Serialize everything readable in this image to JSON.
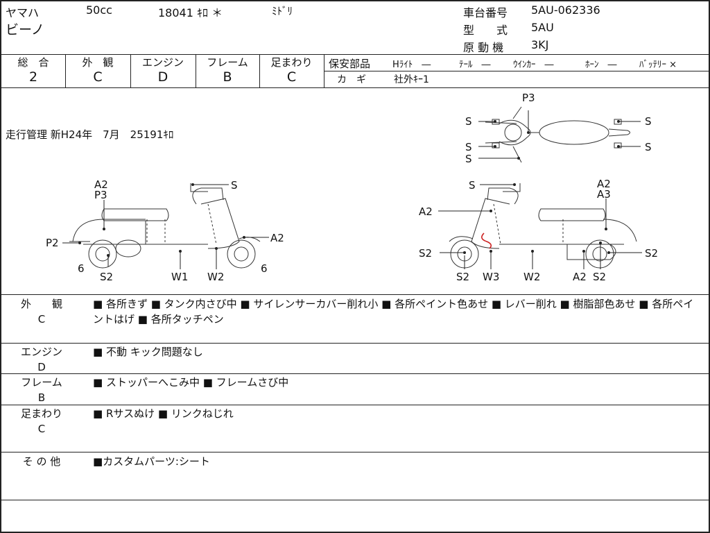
{
  "header": {
    "maker": "ヤマハ",
    "displacement": "50cc",
    "mileage": "18041 ｷﾛ ＊",
    "color": "ﾐﾄﾞﾘ",
    "model_name": "ビーノ",
    "chassis_label": "車台番号",
    "chassis_value": "5AU-062336",
    "type_label": "型　　式",
    "type_value": "5AU",
    "engine_label": "原 動 機",
    "engine_value": "3KJ"
  },
  "grades": [
    {
      "label": "総　合",
      "value": "2"
    },
    {
      "label": "外　観",
      "value": "C"
    },
    {
      "label": "エンジン",
      "value": "D"
    },
    {
      "label": "フレーム",
      "value": "B"
    },
    {
      "label": "足まわり",
      "value": "C"
    }
  ],
  "safety": {
    "label": "保安部品",
    "items": [
      "Hﾗｲﾄ　―",
      "ﾃｰﾙ　―",
      "ｳｲﾝｶｰ　―",
      "ﾎｰﾝ　―",
      "ﾊﾞｯﾃﾘｰ ×"
    ],
    "key_label": "カ　ギ",
    "key_value": "社外ｷｰ1"
  },
  "running": "走行管理 新H24年　7月　25191ｷﾛ",
  "diagram_labels": {
    "top": [
      "P3",
      "S",
      "S",
      "S",
      "S",
      "S"
    ],
    "left": [
      "A2",
      "P3",
      "S",
      "P2",
      "A2",
      "6",
      "6",
      "S2",
      "W1",
      "W2"
    ],
    "right": [
      "S",
      "A2",
      "A3",
      "A2",
      "S2",
      "S2",
      "S2",
      "W3",
      "W2",
      "A2",
      "S2"
    ]
  },
  "sections": [
    {
      "label": "外　　観",
      "grade": "C",
      "text": "■ 各所きず ■ タンク内さび中 ■ サイレンサーカバー削れ小 ■ 各所ペイント色あせ ■ レバー削れ ■ 樹脂部色あせ ■ 各所ペイントはげ ■ 各所タッチペン"
    },
    {
      "label": "エンジン",
      "grade": "D",
      "text": "■ 不動 キック問題なし"
    },
    {
      "label": "フレーム",
      "grade": "B",
      "text": "■ ストッパーへこみ中 ■ フレームさび中"
    },
    {
      "label": "足まわり",
      "grade": "C",
      "text": "■ Rサスぬけ ■ リンクねじれ"
    },
    {
      "label": "そ の 他",
      "grade": "",
      "text": "■カスタムパーツ:シート"
    }
  ],
  "colors": {
    "line": "#222222",
    "mark": "#cc2222"
  }
}
